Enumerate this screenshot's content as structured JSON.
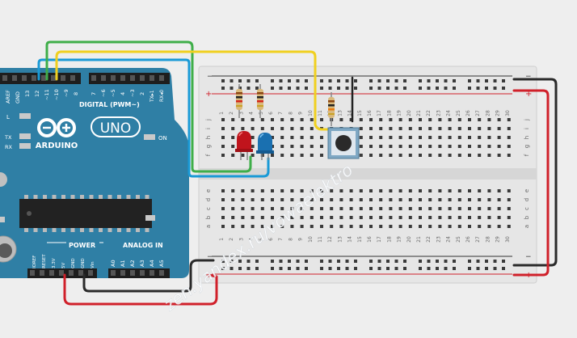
{
  "board": {
    "brand": "ARDUINO",
    "model": "UNO",
    "digital_label": "DIGITAL (PWM~)",
    "power_label": "POWER",
    "analog_label": "ANALOG IN",
    "on_label": "ON",
    "l_label": "L",
    "tx_label": "TX",
    "rx_label": "RX",
    "aref": "AREF",
    "gnd": "GND",
    "d13": "13",
    "d12": "12",
    "d11": "~11",
    "d10": "~10",
    "d9": "~9",
    "d8": "8",
    "d7": "7",
    "d6": "~6",
    "d5": "~5",
    "d4": "4",
    "d3": "~3",
    "d2": "2",
    "d1": "TX▸1",
    "d0": "RX◂0",
    "ioref": "IOREF",
    "reset": "RESET",
    "v33": "3.3V",
    "v5": "5V",
    "gnd1": "GND",
    "gnd2": "GND",
    "vin": "Vin",
    "a0": "A0",
    "a1": "A1",
    "a2": "A2",
    "a3": "A3",
    "a4": "A4",
    "a5": "A5"
  },
  "breadboard": {
    "col_numbers": [
      "1",
      "2",
      "3",
      "4",
      "5",
      "6",
      "7",
      "8",
      "9",
      "10",
      "11",
      "12",
      "13",
      "14",
      "15",
      "16",
      "17",
      "18",
      "19",
      "20",
      "21",
      "22",
      "23",
      "24",
      "25",
      "26",
      "27",
      "28",
      "29",
      "30"
    ],
    "top_rows": [
      "j",
      "i",
      "h",
      "g",
      "f"
    ],
    "bottom_rows": [
      "e",
      "d",
      "c",
      "b",
      "a"
    ],
    "rail_minus": "−",
    "rail_plus": "+"
  },
  "watermark": "zen.yandex.ru/vowaelektro",
  "colors": {
    "board": "#2f7fa5",
    "breadboard": "#e4e4e4",
    "wire_green": "#3fae49",
    "wire_yellow": "#f0d020",
    "wire_blue": "#1a9ad6",
    "wire_red": "#d0202a",
    "wire_black": "#2a2a2a",
    "led_red": "#c0141c",
    "led_blue": "#1a70b0"
  }
}
